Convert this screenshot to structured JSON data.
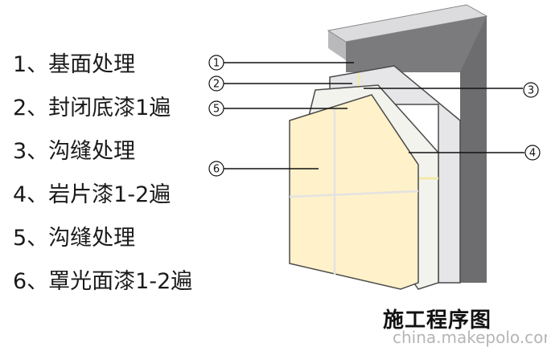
{
  "steps": [
    {
      "label": "1、基面处理"
    },
    {
      "label": "2、封闭底漆1遍"
    },
    {
      "label": "3、沟缝处理"
    },
    {
      "label": "4、岩片漆1-2遍"
    },
    {
      "label": "5、沟缝处理"
    },
    {
      "label": "6、罩光面漆1-2遍"
    }
  ],
  "callouts": [
    {
      "num": "1"
    },
    {
      "num": "2"
    },
    {
      "num": "3"
    },
    {
      "num": "5"
    },
    {
      "num": "4"
    },
    {
      "num": "6"
    }
  ],
  "caption": "施工程序图",
  "watermark": "china.makepolo.com",
  "colors": {
    "wall_front": "#7b7b7d",
    "wall_side": "#b9b9bc",
    "primer_layer": "#e6e6e8",
    "grout_layer": "#f3f3ee",
    "finish_layer": "#fff1c9",
    "grout_line": "#e2e2e2",
    "layer_edge": "#4a4a4a"
  }
}
